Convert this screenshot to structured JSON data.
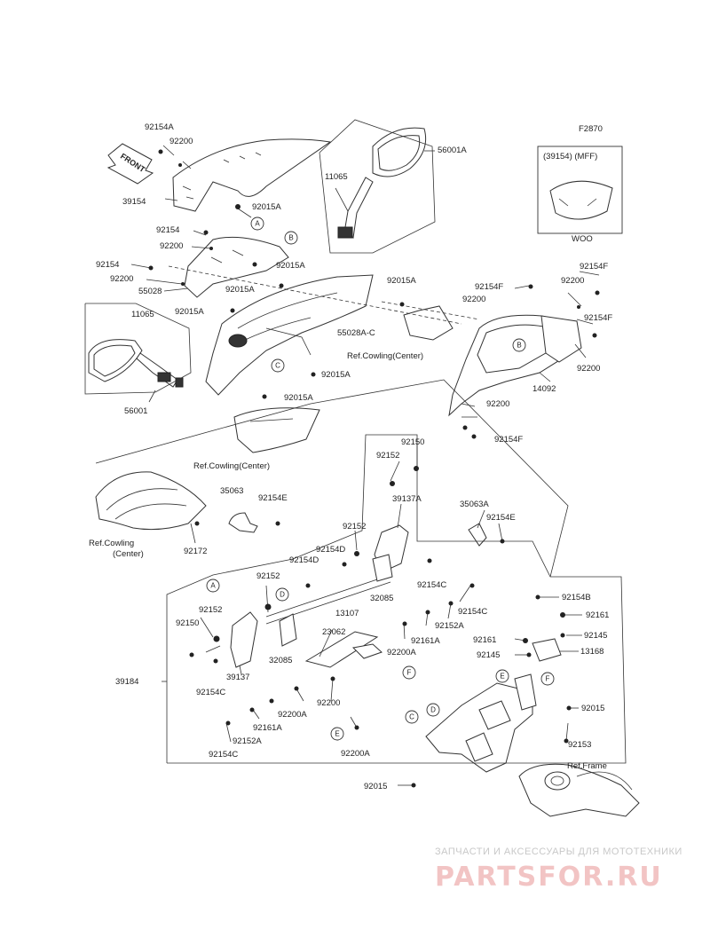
{
  "figure_code": "F2870",
  "front_arrow": "FRONT",
  "inset": {
    "title": "(39154) (MFF)",
    "caption": "WOO"
  },
  "watermark": {
    "line1": "ЗАПЧАСТИ И АКСЕССУАРЫ ДЛЯ МОТОТЕХНИКИ",
    "line2": "PARTSFOR.RU"
  },
  "callouts": [
    "A",
    "B",
    "C",
    "D",
    "E",
    "F"
  ],
  "labels": {
    "p92154A": "92154A",
    "p92200_a": "92200",
    "p39154": "39154",
    "p92015A_a": "92015A",
    "p92154_a": "92154",
    "p92200_b": "92200",
    "p92154_b": "92154",
    "p92200_c": "92200",
    "p55028": "55028",
    "p92015A_b": "92015A",
    "p92015A_c": "92015A",
    "p92015A_d": "92015A",
    "p11065_top": "11065",
    "p56001A": "56001A",
    "p92015A_e": "92015A",
    "p55028AC": "55028A-C",
    "ref_cowl_1": "Ref.Cowling(Center)",
    "p92015A_f": "92015A",
    "p92015A_g": "92015A",
    "p11065_left": "11065",
    "p56001": "56001",
    "ref_cowl_2": "Ref.Cowling(Center)",
    "p92154F_a": "92154F",
    "p92154F_b": "92154F",
    "p92200_d": "92200",
    "p92200_e": "92200",
    "p92154F_c": "92154F",
    "p92200_f": "92200",
    "p14092": "14092",
    "p92200_g": "92200",
    "p92154F_d": "92154F",
    "ref_cowl_3a": "Ref.Cowling",
    "ref_cowl_3b": "(Center)",
    "p92172": "92172",
    "p35063": "35063",
    "p92154E_a": "92154E",
    "p92150_a": "92150",
    "p92152_a": "92152",
    "p39137A": "39137A",
    "p35063A": "35063A",
    "p92154E_b": "92154E",
    "p92152_b": "92152",
    "p92154D_a": "92154D",
    "p92152_c": "92152",
    "p92154D_b": "92154D",
    "p32085_a": "32085",
    "p92154C_a": "92154C",
    "p13107": "13107",
    "p92154C_b": "92154C",
    "p92152_d": "92152",
    "p92150_b": "92150",
    "p23062": "23062",
    "p92152A_a": "92152A",
    "p92161A_a": "92161A",
    "p92200A_a": "92200A",
    "p32085_b": "32085",
    "p39137": "39137",
    "p39184": "39184",
    "p92154C_c": "92154C",
    "p92200A_b": "92200A",
    "p92200_h": "92200",
    "p92161A_b": "92161A",
    "p92152A_b": "92152A",
    "p92154C_d": "92154C",
    "p92200A_c": "92200A",
    "p92154B": "92154B",
    "p92161_a": "92161",
    "p92145_a": "92145",
    "p92161_b": "92161",
    "p92145_b": "92145",
    "p13168": "13168",
    "p92015_a": "92015",
    "p92153": "92153",
    "ref_frame": "Ref.Frame",
    "p92015_b": "92015"
  }
}
